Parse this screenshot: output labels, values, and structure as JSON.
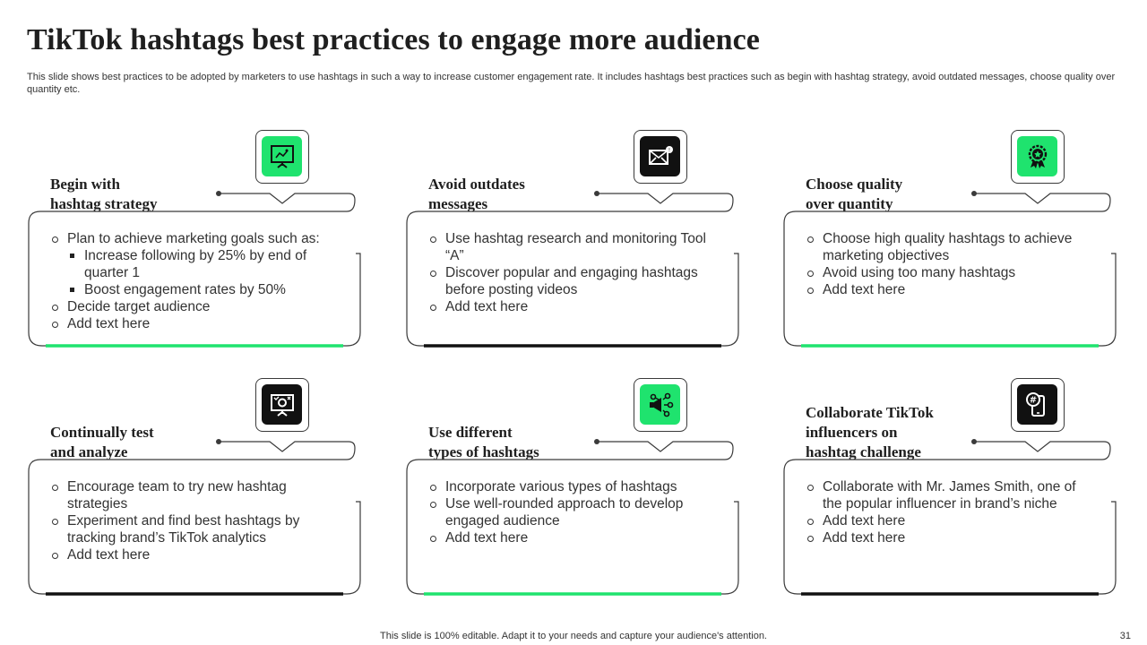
{
  "title": "TikTok hashtags best practices to engage more audience",
  "subtitle": "This slide shows best practices to be adopted by marketers to use hashtags in such a way to increase customer engagement rate. It includes hashtags best practices such as begin with hashtag strategy, avoid outdated messages, choose quality over quantity etc.",
  "colors": {
    "green": "#1fe36e",
    "black": "#111111",
    "outline": "#3a3a3a"
  },
  "cards": [
    {
      "heading": [
        "Begin with",
        "hashtag strategy"
      ],
      "icon": "presentation-board-icon",
      "tile": "green",
      "accent": "green",
      "bullets": [
        {
          "text": "Plan to achieve marketing goals such as:",
          "sub": [
            "Increase following by 25% by end of quarter 1",
            "Boost engagement rates by 50%"
          ]
        },
        {
          "text": "Decide target audience"
        },
        {
          "text": "Add text here"
        }
      ]
    },
    {
      "heading": [
        "Avoid outdates",
        "messages"
      ],
      "icon": "envelope-icon",
      "tile": "black",
      "accent": "black",
      "bullets": [
        {
          "text": "Use hashtag research and monitoring Tool “A”"
        },
        {
          "text": "Discover popular and engaging hashtags before posting videos"
        },
        {
          "text": "Add text here"
        }
      ]
    },
    {
      "heading": [
        "Choose quality",
        "over quantity"
      ],
      "icon": "badge-star-icon",
      "tile": "green",
      "accent": "green",
      "bullets": [
        {
          "text": "Choose high quality hashtags to achieve marketing objectives"
        },
        {
          "text": "Avoid using too many hashtags"
        },
        {
          "text": "Add text here"
        }
      ]
    },
    {
      "heading": [
        "Continually test",
        "and analyze"
      ],
      "icon": "analytics-board-icon",
      "tile": "black",
      "accent": "black",
      "bullets": [
        {
          "text": "Encourage team to try  new hashtag strategies"
        },
        {
          "text": "Experiment and find best hashtags by tracking brand’s TikTok analytics"
        },
        {
          "text": "Add text here"
        }
      ]
    },
    {
      "heading": [
        "Use different",
        "types of hashtags"
      ],
      "icon": "megaphone-network-icon",
      "tile": "green",
      "accent": "green",
      "bullets": [
        {
          "text": "Incorporate various types of hashtags"
        },
        {
          "text": "Use well-rounded approach to develop engaged audience"
        },
        {
          "text": "Add text here"
        }
      ]
    },
    {
      "heading": [
        "Collaborate TikTok",
        "influencers on",
        "hashtag challenge"
      ],
      "icon": "phone-hashtag-icon",
      "tile": "black",
      "accent": "black",
      "bullets": [
        {
          "text": "Collaborate with Mr. James Smith, one of the popular influencer  in brand’s niche"
        },
        {
          "text": "Add text here"
        },
        {
          "text": "Add text here"
        }
      ]
    }
  ],
  "footer": "This slide is 100% editable. Adapt it to your needs and capture your audience's attention.",
  "page_number": "31"
}
